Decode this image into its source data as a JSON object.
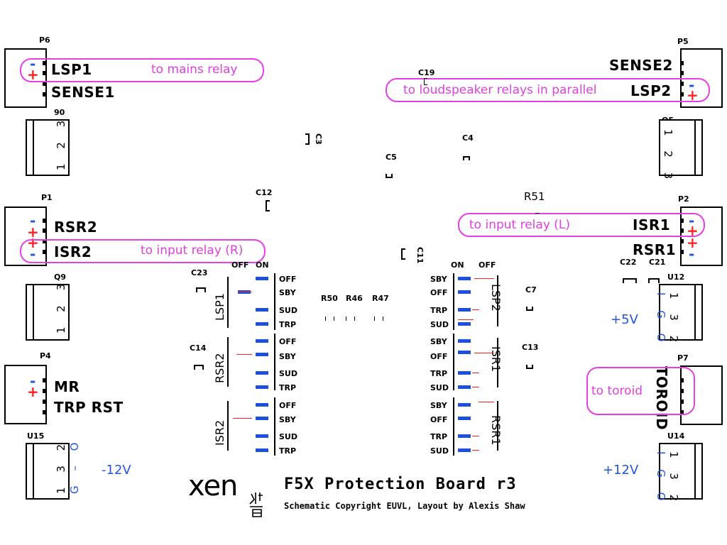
{
  "board": {
    "title": "F5X Protection Board r3",
    "subtitle": "Schematic Copyright EUVL, Layout by Alexis Shaw",
    "logo": "xen"
  },
  "colors": {
    "callout": "#e83ee8",
    "negative": "#2255dd",
    "positive": "#ff2222",
    "switch_on": "#1d4fe0",
    "switch_off": "#ff2020"
  },
  "connectors": {
    "p6": {
      "ref": "P6",
      "pins": [
        "LSP1",
        "SENSE1"
      ],
      "signs": [
        "-",
        "+"
      ]
    },
    "p5": {
      "ref": "P5",
      "pins": [
        "SENSE2",
        "LSP2"
      ],
      "signs": [
        "-",
        "+"
      ]
    },
    "p1": {
      "ref": "P1",
      "pins": [
        "RSR2",
        "ISR2"
      ],
      "signs": [
        "-",
        "+",
        "+",
        "-"
      ]
    },
    "p2": {
      "ref": "P2",
      "pins": [
        "ISR1",
        "RSR1"
      ],
      "signs": [
        "-",
        "+",
        "+",
        "-"
      ]
    },
    "p4": {
      "ref": "P4",
      "pins": [
        "MR",
        "TRP RST"
      ],
      "signs": [
        "-",
        "+"
      ]
    },
    "p7": {
      "ref": "P7",
      "pins": [
        "TOROID"
      ]
    }
  },
  "callouts": {
    "mains": "to mains relay",
    "loudspeaker": "to loudspeaker relays in parallel",
    "input_r": "to input relay (R)",
    "input_l": "to input relay (L)",
    "toroid": "to toroid"
  },
  "transistors": {
    "q6": {
      "ref": "90",
      "pins": "1 2 3"
    },
    "q5": {
      "ref": "Q5",
      "pins": "1 2 3"
    },
    "q9": {
      "ref": "Q9",
      "pins": "1 2 3"
    }
  },
  "regulators": {
    "u15": {
      "ref": "U15",
      "pins": "1 3 2",
      "labels": "G – O",
      "voltage": "-12V"
    },
    "u12": {
      "ref": "U12",
      "pins": "1 3 2",
      "labels": "I G O",
      "voltage": "+5V"
    },
    "u14": {
      "ref": "U14",
      "pins": "1 3 2",
      "labels": "I G O",
      "voltage": "+12V"
    }
  },
  "components": {
    "c19": "C19",
    "c3": "C3",
    "c4": "C4",
    "c5": "C5",
    "c12": "C12",
    "r51": "R51",
    "c11": "C11",
    "c23": "C23",
    "c14": "C14",
    "c22": "C22",
    "c21": "C21",
    "c7": "C7",
    "c13": "C13",
    "r50": "R50",
    "r46": "R46",
    "r47": "R47"
  },
  "switch_headers": {
    "left_off": "OFF",
    "left_on": "ON",
    "right_on": "ON",
    "right_off": "OFF"
  },
  "switches_left": [
    {
      "name": "LSP1",
      "rows": [
        "OFF",
        "SBY",
        "SUD",
        "TRP"
      ],
      "state_on": [
        true,
        false,
        true,
        true
      ],
      "red": [
        false,
        true,
        false,
        false
      ]
    },
    {
      "name": "RSR2",
      "rows": [
        "OFF",
        "SBY",
        "SUD",
        "TRP"
      ],
      "state_on": [
        true,
        false,
        true,
        true
      ],
      "red": [
        false,
        true,
        false,
        false
      ]
    },
    {
      "name": "ISR2",
      "rows": [
        "OFF",
        "SBY",
        "SUD",
        "TRP"
      ],
      "state_on": [
        true,
        false,
        true,
        true
      ],
      "red": [
        false,
        true,
        false,
        false
      ]
    }
  ],
  "switches_right": [
    {
      "name": "LSP2",
      "rows": [
        "SBY",
        "OFF",
        "TRP",
        "SUD"
      ]
    },
    {
      "name": "ISR1",
      "rows": [
        "SBY",
        "OFF",
        "TRP",
        "SUD"
      ]
    },
    {
      "name": "RSR1",
      "rows": [
        "SBY",
        "OFF",
        "TRP",
        "SUD"
      ]
    }
  ]
}
